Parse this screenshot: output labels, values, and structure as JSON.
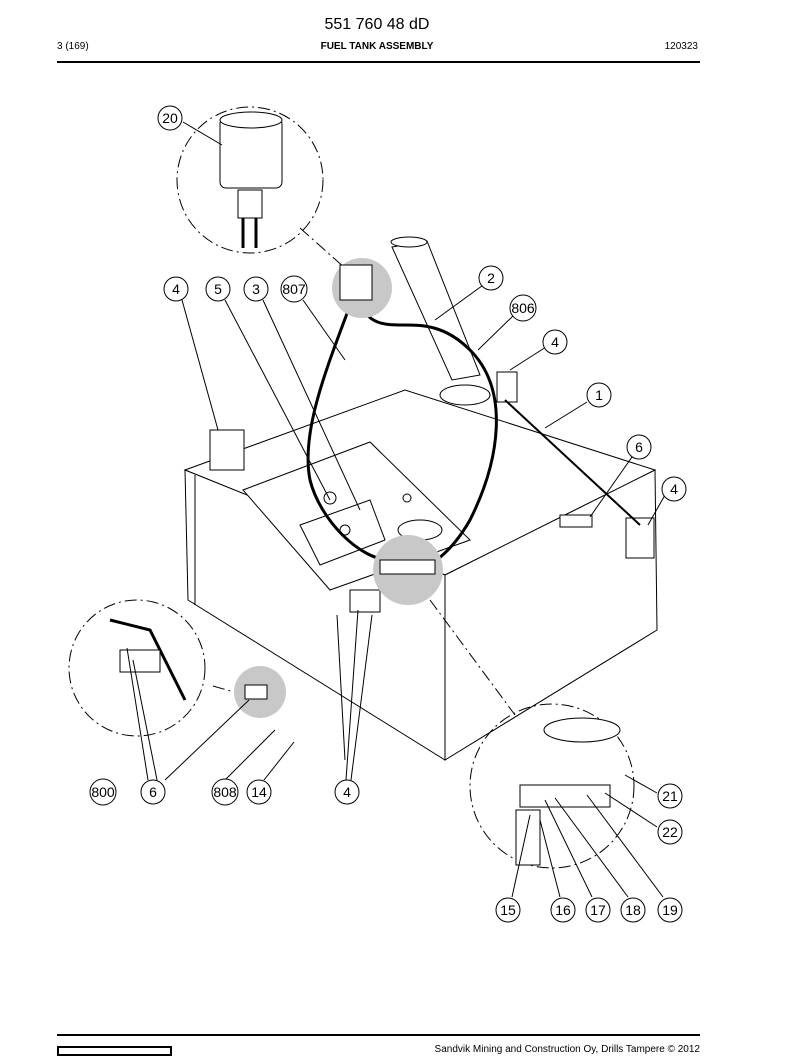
{
  "header": {
    "doc_number": "551 760 48 dD",
    "page": "3 (169)",
    "title": "FUEL TANK ASSEMBLY",
    "date": "120323"
  },
  "callouts": [
    "20",
    "4",
    "5",
    "3",
    "807",
    "2",
    "806",
    "4",
    "1",
    "6",
    "4",
    "800",
    "6",
    "808",
    "14",
    "4",
    "21",
    "22",
    "15",
    "16",
    "17",
    "18",
    "19"
  ],
  "footer": {
    "copyright": "Sandvik Mining and Construction Oy, Drills Tampere © 2012"
  }
}
